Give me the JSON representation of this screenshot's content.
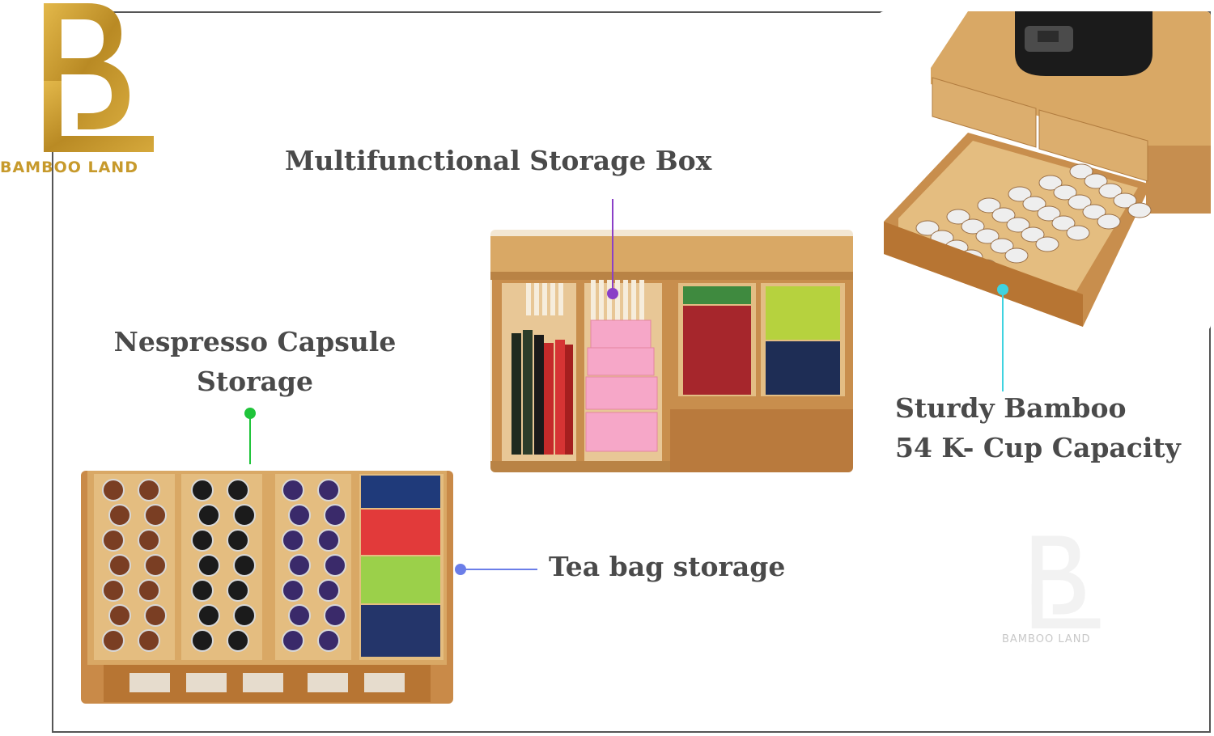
{
  "brand": {
    "name": "BAMBOO LAND",
    "watermark": "BAMBOO LAND"
  },
  "labels": {
    "storage_box": "Multifunctional Storage Box",
    "nespresso_line1": "Nespresso Capsule",
    "nespresso_line2": "Storage",
    "tea_bag": "Tea bag storage",
    "bamboo_line1": "Sturdy Bamboo",
    "bamboo_line2": "54 K- Cup Capacity"
  },
  "colors": {
    "gold": "#c79a2c",
    "heading": "#4a4a4a",
    "purple_callout": "#8a3fc7",
    "green_callout": "#1fc43a",
    "blue_callout": "#6b7ee8",
    "cyan_callout": "#3fd3e0",
    "bamboo": "#d9a865"
  }
}
